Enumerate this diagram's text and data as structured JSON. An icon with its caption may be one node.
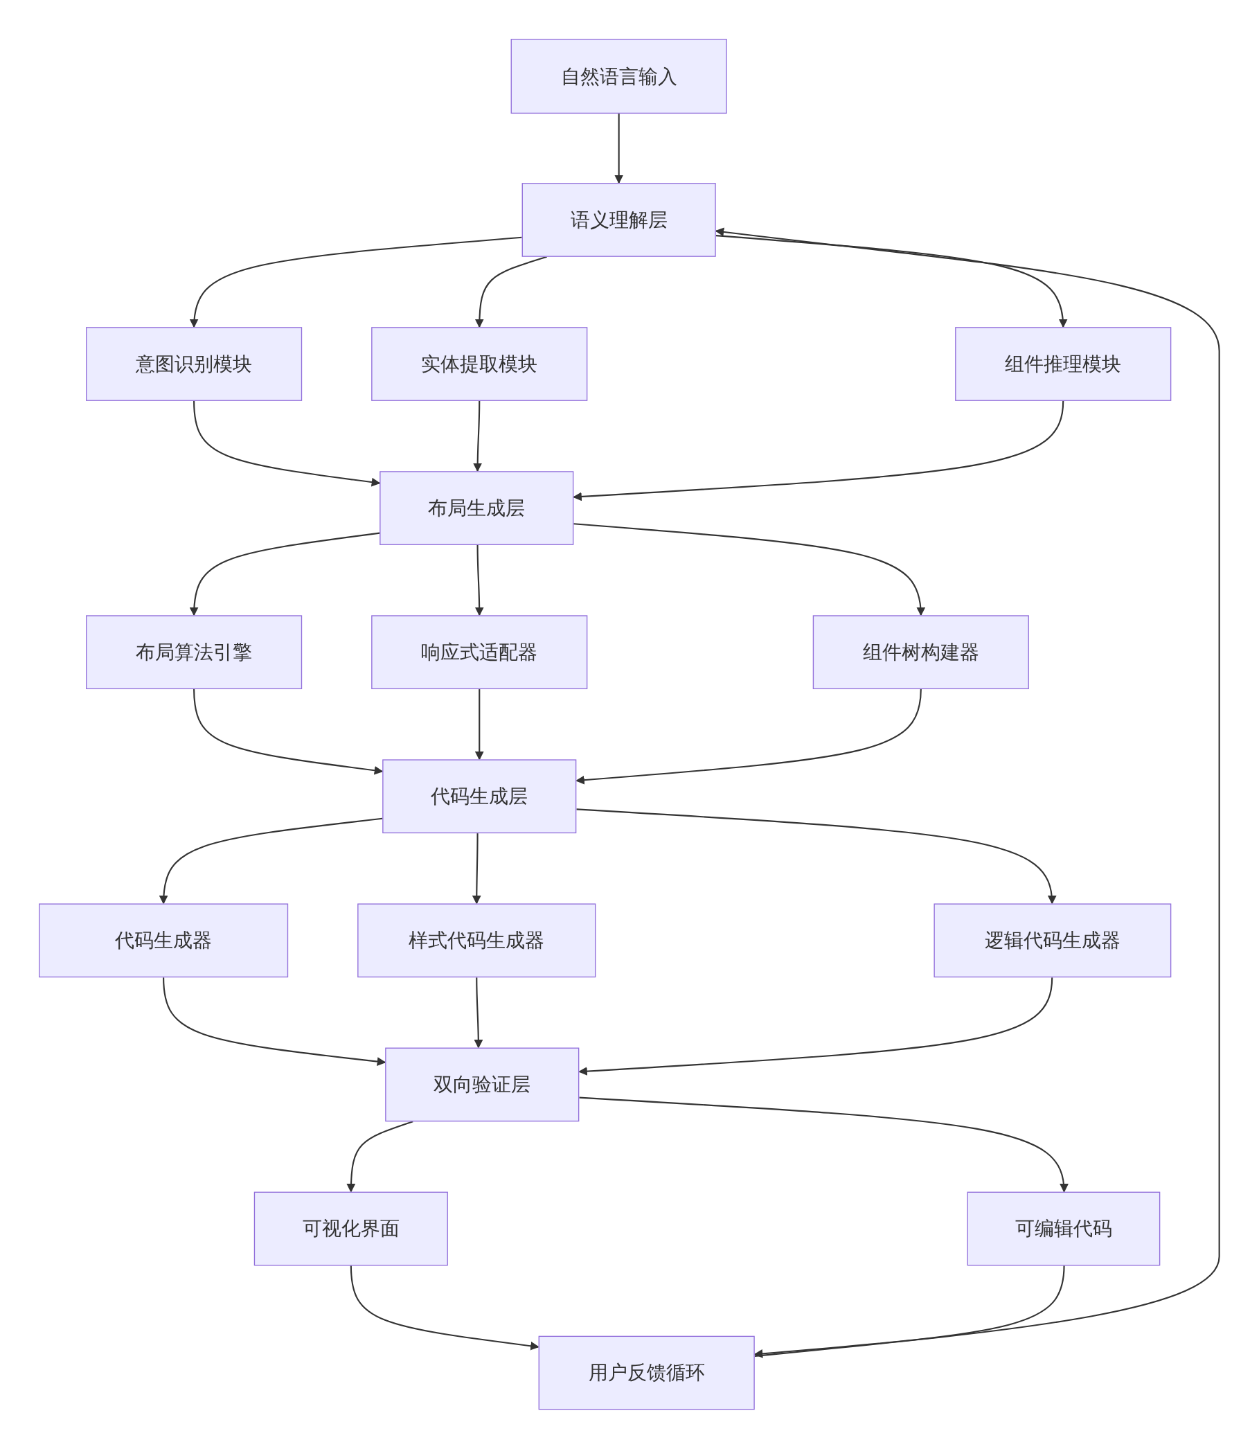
{
  "diagram": {
    "nodes": [
      {
        "text": [
          "自然语言输入"
        ]
      },
      {
        "text": [
          "语义理解层"
        ]
      },
      {
        "text": [
          "意图识别模块"
        ]
      },
      {
        "text": [
          "实体提取模块"
        ]
      },
      {
        "text": [
          "组件推理模块"
        ]
      },
      {
        "text": [
          "布局生成层"
        ]
      },
      {
        "text": [
          "布局算法引擎"
        ]
      },
      {
        "text": [
          "响应式适配器"
        ]
      },
      {
        "text": [
          "组件树构建器"
        ]
      },
      {
        "text": [
          "代码生成层"
        ]
      },
      {
        "text": [
          "代码生成器"
        ]
      },
      {
        "text": [
          "样式代码生成器"
        ]
      },
      {
        "text": [
          "逻辑代码生成器"
        ]
      },
      {
        "text": [
          "双向验证层"
        ]
      },
      {
        "text": [
          "可视化界面"
        ]
      },
      {
        "text": [
          "可编辑代码"
        ]
      },
      {
        "text": [
          "用户反馈循环"
        ]
      }
    ],
    "edges": [
      {
        "from": 0,
        "to": 1,
        "arrow": "to"
      },
      {
        "from": 1,
        "to": 2,
        "arrow": "to"
      },
      {
        "from": 1,
        "to": 3,
        "arrow": "to"
      },
      {
        "from": 1,
        "to": 4,
        "arrow": "to"
      },
      {
        "from": 2,
        "to": 5,
        "arrow": "to"
      },
      {
        "from": 3,
        "to": 5,
        "arrow": "to"
      },
      {
        "from": 4,
        "to": 5,
        "arrow": "to"
      },
      {
        "from": 5,
        "to": 6,
        "arrow": "to"
      },
      {
        "from": 5,
        "to": 7,
        "arrow": "to"
      },
      {
        "from": 5,
        "to": 8,
        "arrow": "to"
      },
      {
        "from": 6,
        "to": 9,
        "arrow": "to"
      },
      {
        "from": 7,
        "to": 9,
        "arrow": "to"
      },
      {
        "from": 8,
        "to": 9,
        "arrow": "to"
      },
      {
        "from": 9,
        "to": 10,
        "arrow": "to"
      },
      {
        "from": 9,
        "to": 11,
        "arrow": "to"
      },
      {
        "from": 9,
        "to": 12,
        "arrow": "to"
      },
      {
        "from": 10,
        "to": 13,
        "arrow": "to"
      },
      {
        "from": 11,
        "to": 13,
        "arrow": "to"
      },
      {
        "from": 12,
        "to": 13,
        "arrow": "to"
      },
      {
        "from": 13,
        "to": 14,
        "arrow": "to"
      },
      {
        "from": 13,
        "to": 15,
        "arrow": "to"
      },
      {
        "from": 14,
        "to": 16,
        "arrow": "to"
      },
      {
        "from": 15,
        "to": 16,
        "arrow": "to"
      },
      {
        "from": 16,
        "to": 1,
        "arrow": "to"
      }
    ]
  }
}
